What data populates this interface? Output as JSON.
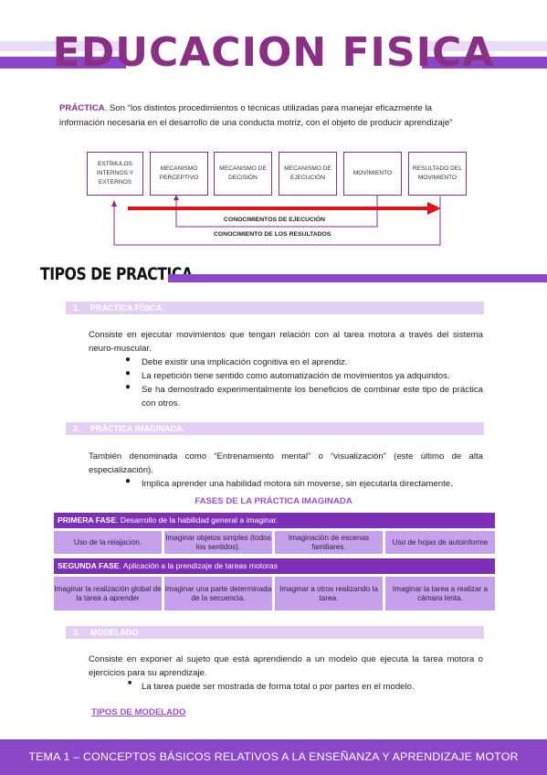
{
  "header": {
    "title": "EDUCACION FISICA"
  },
  "intro": {
    "keyword": "PRÁCTICA",
    "line1": ". Son “los distintos procedimientos o técnicas utilizadas para manejar eficazmente la",
    "line2": "información necesaria en el desarrollo de una conducta motriz, con el objeto de producir aprendizaje”"
  },
  "diagram": {
    "boxes": [
      "ESTÍMULOS INTERNOS Y EXTERNOS",
      "MECANISMO PERCEPTIVO",
      "MECANISMO DE DECISIÓN",
      "MECANISMO DE EJECUCIÓN",
      "MOVIMIENTO",
      "RESULTADO DEL MOVIMIENTO"
    ],
    "feedback1": "CONOCIMIENTOS DE EJECUCIÓN",
    "feedback2": "CONOCIMIENTO DE LOS RESULTADOS"
  },
  "section": {
    "title": "TIPOS DE PRACTICA"
  },
  "s1": {
    "num": "1.",
    "title": "PRÁCTICA FÍSICA.",
    "para": "Consiste en ejecutar movimientos que tengan relación con al tarea motora a través del sistema neuro-muscular.",
    "bullets": [
      "Debe existir una implicación cognitiva en el aprendiz.",
      "La repetición tiene sentido como automatización de movimientos ya adquiridos.",
      "Se ha demostrado experimentalmente los beneficios de combinar este tipo de práctica con otros."
    ]
  },
  "s2": {
    "num": "2.",
    "title": "PRÁCTICA IMAGINADA.",
    "para": "También denominada como “Entrenamiento mental” o “visualización” (este último de alta especialización).",
    "bullets": [
      "Implica aprender una habilidad motora sin moverse, sin ejecutarla directamente."
    ]
  },
  "table": {
    "caption": "FASES DE LA PRÁCTICA IMAGINADA",
    "phase1_bold": "PRIMERA FASE",
    "phase1_rest": ". Desarrollo de la habilidad general a imaginar.",
    "row1": [
      "Uso de la relajación.",
      "Imaginar objetos simples (todos los sentidos).",
      "Imaginación de escenas familiares.",
      "Uso de hojas de autoinforme"
    ],
    "phase2_bold": "SEGUNDA FASE",
    "phase2_rest": ". Aplicación a la prendizaje de tareas motoras",
    "row2": [
      "Imaginar la realización global de la tarea a aprender",
      "Imaginar una parte determinada de la secuencia.",
      "Imaginar a otros realizando la tarea.",
      "Imaginar la tarea a realizar a cámara lenta."
    ]
  },
  "s3": {
    "num": "3.",
    "title": "MODELADO",
    "para": "Consiste en exponer al sujeto que está aprendiendo a un modelo que ejecuta la tarea motora o ejercicios para su aprendizaje.",
    "bullets": [
      "La tarea puede ser mostrada de forma total o por partes en el modelo."
    ]
  },
  "link": "TIPOS DE MODELADO",
  "footer": "TEMA 1 – CONCEPTOS BÁSICOS RELATIVOS A LA ENSEÑANZA Y APRENDIZAJE MOTOR"
}
